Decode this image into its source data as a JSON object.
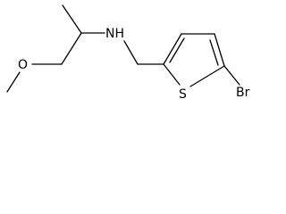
{
  "molecule": {
    "atoms": {
      "amine": "NH",
      "ether_oxygen": "O",
      "thiophene_sulfur": "S",
      "bromine": "Br"
    }
  }
}
